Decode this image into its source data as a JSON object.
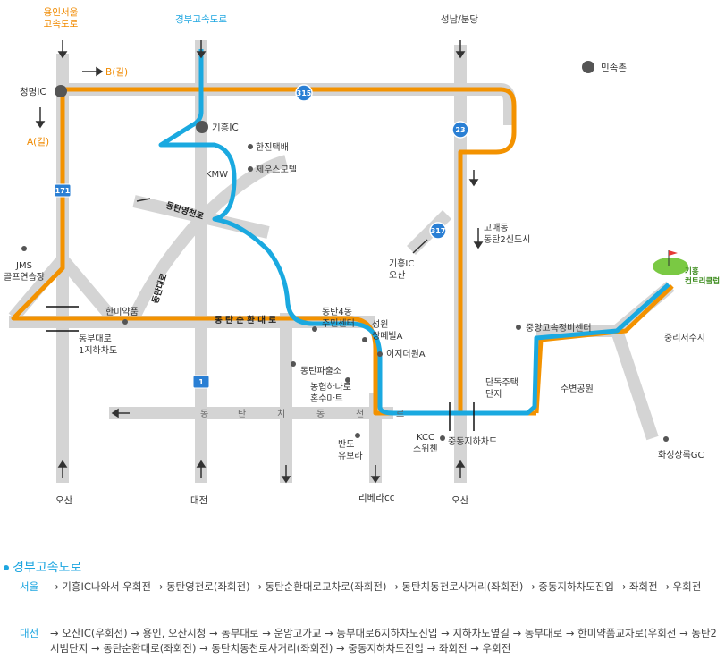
{
  "top_labels": {
    "yongin_expressway": "용인서울\n고속도로",
    "gyeongbu_expressway": "경부고속도로",
    "seongnam": "성남/분당"
  },
  "places": {
    "cheongmyeong_ic": "청명IC",
    "giheung_ic": "기흥IC",
    "minsokchon": "민속촌",
    "route_a": "A(길)",
    "route_b": "B(길)",
    "hanjin": "한진택배",
    "jeju_motel": "제우스모텔",
    "kmw": "KMW",
    "dongtan_yeongcheon": "동탄영천로",
    "dongtan_daero": "동탄대로",
    "jms": "JMS\n골프연습장",
    "hanmi": "한미약품",
    "dongbu_underpass": "동부대로\n1지하차도",
    "dongtan_ring": "동 탄 순 환 대 로",
    "dongtan4": "동탄4동\n주민센터",
    "seongwon": "성원\n쌍떼빌A",
    "iji": "이지더원A",
    "police": "동탄파출소",
    "nonghyup": "농협하나로\n혼수마트",
    "bando": "반도\n유보라",
    "giheung_ic_osan": "기흥IC\n오산",
    "gomaedong": "고매동\n동탄2신도시",
    "giheung_cc": "기흥\n컨트리클럽",
    "jungang": "중앙고속정비센터",
    "jungri": "중리저수지",
    "danduk": "단독주택\n단지",
    "suben": "수변공원",
    "kcc": "KCC\n스위첸",
    "jungdong": "중동지하차도",
    "hwaseong_gc": "화성상록GC",
    "osan_left": "오산",
    "daejeon": "대전",
    "riviera": "리베라cc",
    "osan_right": "오산",
    "chi_dong_cheon": [
      "동",
      "탄",
      "치",
      "동",
      "천",
      "로"
    ]
  },
  "badges": {
    "r315": "315",
    "r23": "23",
    "r171": "171",
    "r317": "317",
    "r1": "1"
  },
  "directions": {
    "title": "경부고속도로",
    "routes": [
      {
        "from": "서울",
        "text": "→ 기흥IC나와서 우회전 → 동탄영천로(좌회전) → 동탄순환대로교차로(좌회전) → 동탄치동천로사거리(좌회전) → 중동지하차도진입 → 좌회전 → 우회전"
      },
      {
        "from": "대전",
        "text": "→ 오산IC(우회전) → 용인, 오산시청 → 동부대로 → 운암고가교 → 동부대로6지하차도진입 → 지하차도옆길 → 동부대로 → 한미약품교차로(우회전 → 동탄2시범단지 → 동탄순환대로(좌회전) → 동탄치동천로사거리(좌회전) → 중동지하차도진입 → 좌회전 → 우회전"
      }
    ]
  },
  "colors": {
    "road": "#d4d4d4",
    "orange_route": "#f39200",
    "blue_route": "#1aa9e0",
    "badge": "#2a7fd4",
    "green": "#7ac943"
  }
}
